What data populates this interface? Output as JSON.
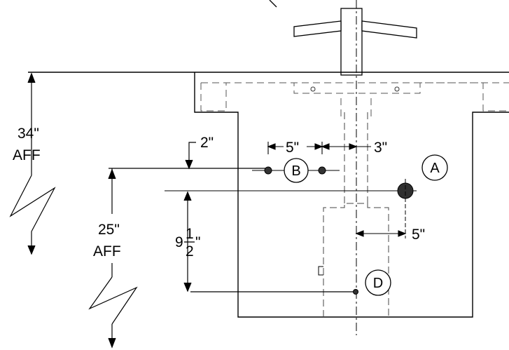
{
  "dimensions": {
    "top_height_value": "34\"",
    "top_height_unit": "AFF",
    "rough_in_height_value": "25\"",
    "rough_in_height_unit": "AFF",
    "offset_2": "2\"",
    "spacing_5_left": "5\"",
    "offset_3": "3\"",
    "offset_5_right": "5\"",
    "drop_whole": "9",
    "drop_frac_num": "1",
    "drop_frac_den": "2",
    "drop_unit": "\""
  },
  "callouts": {
    "a": "A",
    "b": "B",
    "d": "D"
  },
  "colors": {
    "line": "#000000",
    "fill_dot": "#333333",
    "dashed": "#777777"
  }
}
